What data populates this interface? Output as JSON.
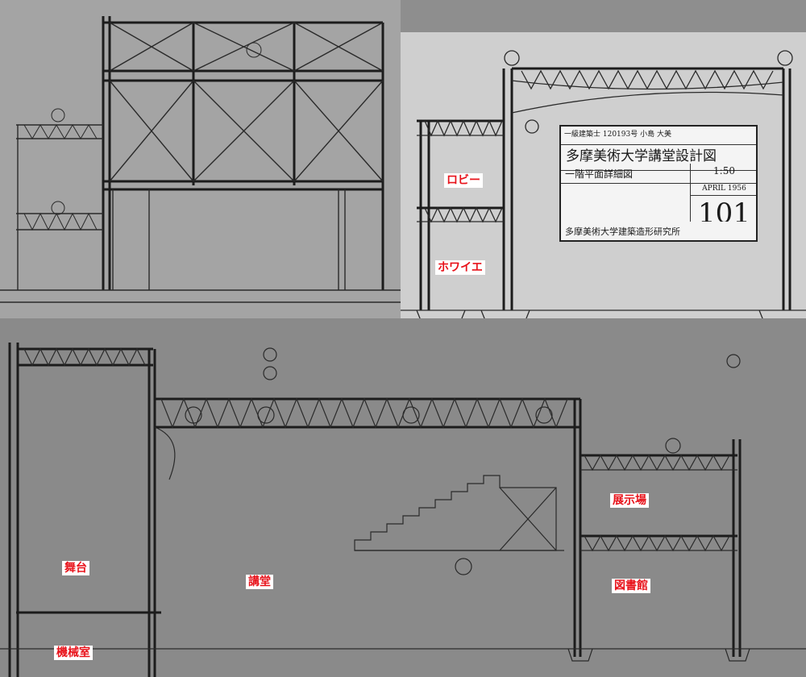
{
  "labels": {
    "lobby": "ロビー",
    "foyer": "ホワイエ",
    "stage": "舞台",
    "auditorium": "講堂",
    "exhibition": "展示場",
    "library": "図書館",
    "machine_room": "機械室"
  },
  "title_block": {
    "header": "一級建築士 120193号 小島 大美",
    "project": "多摩美術大学講堂設計図",
    "sheet_title": "一階平面詳細図",
    "scale": "1:50",
    "date": "APRIL 1956",
    "sheet_number": "101",
    "office": "多摩美術大学建築造形研究所"
  },
  "colors": {
    "label_text": "#e8131b",
    "label_bg": "#ffffff",
    "line": "#1c1c1c"
  }
}
